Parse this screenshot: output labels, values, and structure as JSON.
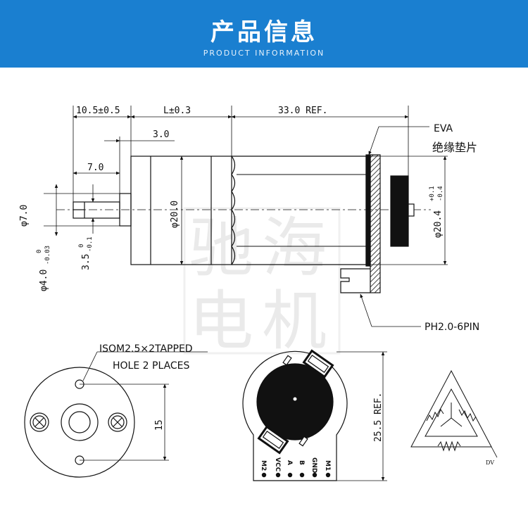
{
  "header": {
    "title": "产品信息",
    "subtitle": "PRODUCT INFORMATION",
    "color": "#1a7fd0"
  },
  "watermark": [
    "驰",
    "海",
    "电",
    "机"
  ],
  "side_view": {
    "dim_shaft_length": "10.5±0.5",
    "dim_gearbox_length": "L±0.3",
    "dim_motor_length": "33.0 REF.",
    "dim_flange": "3.0",
    "dim_flat": "7.0",
    "dim_boss_dia": "φ7.0",
    "dim_shaft_dia": "φ4.0",
    "dim_shaft_tol_upper": "0",
    "dim_shaft_tol_lower": "-0.03",
    "dim_flat_dia": "3.5",
    "dim_flat_tol_upper": "0",
    "dim_flat_tol_lower": "-0.1",
    "dim_body_dia": "φ20.0",
    "dim_can_dia": "φ20.4",
    "dim_can_tol_upper": "+0.1",
    "dim_can_tol_lower": "-0.4",
    "eva_label": "EVA",
    "eva_cn_label": "绝缘垫片",
    "connector_label": "PH2.0-6PIN"
  },
  "front_view": {
    "thread_label": "ISOM2.5×2TAPPED",
    "holes_label": "HOLE 2 PLACES",
    "dim_hole_spacing": "15"
  },
  "encoder_view": {
    "dim_height": "25.5 REF.",
    "pins": [
      "M2",
      "VCC",
      "A",
      "B",
      "GND",
      "M1"
    ]
  },
  "symbol_view": {
    "label": "DV"
  }
}
